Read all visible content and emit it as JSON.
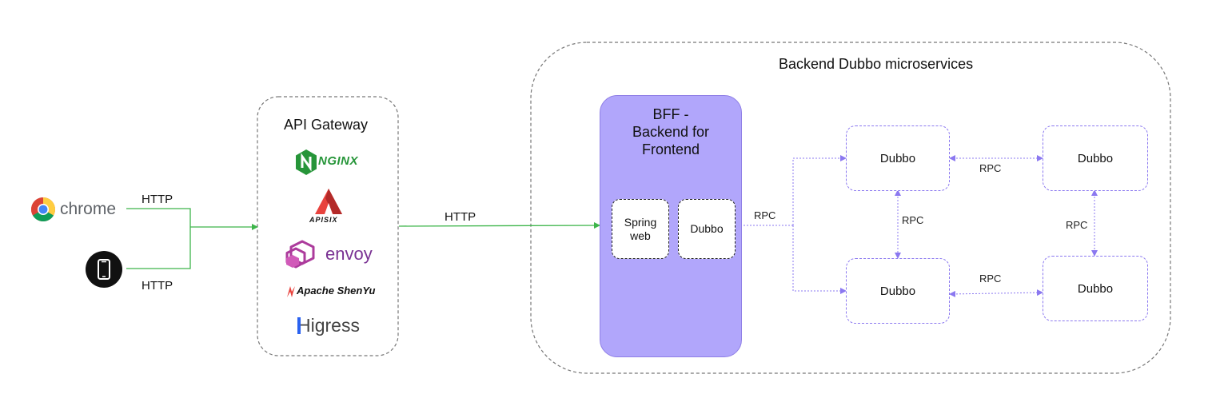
{
  "clients": {
    "chrome_label": "chrome",
    "http_top": "HTTP",
    "http_bottom": "HTTP"
  },
  "gateway": {
    "title": "API Gateway",
    "logos": {
      "nginx": "NGINX",
      "apisix": "APISIX",
      "envoy": "envoy",
      "shenyu": "Apache ShenYu",
      "higress": "Higress"
    }
  },
  "gateway_link": {
    "label": "HTTP"
  },
  "backend": {
    "title": "Backend Dubbo microservices",
    "bff": {
      "title_line1": "BFF -",
      "title_line2": "Backend for",
      "title_line3": "Frontend",
      "spring_line1": "Spring",
      "spring_line2": "web",
      "dubbo": "Dubbo"
    },
    "bff_rpc": "RPC",
    "services": {
      "top_left": "Dubbo",
      "top_right": "Dubbo",
      "bottom_left": "Dubbo",
      "bottom_right": "Dubbo"
    },
    "rpc_top": "RPC",
    "rpc_bottom": "RPC",
    "rpc_left": "RPC",
    "rpc_right": "RPC"
  },
  "colors": {
    "http_line": "#3db54a",
    "rpc_line": "#8b78f0",
    "bff_fill": "#b1a6fb",
    "nginx": "#269539",
    "apisix": "#e8433e",
    "envoy": "#ac3b9c",
    "higress_blue": "#2a62f0"
  }
}
